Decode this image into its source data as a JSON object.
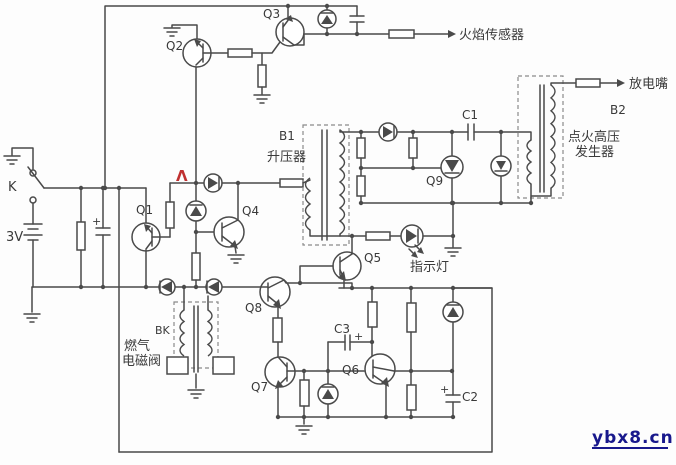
{
  "colors": {
    "wire": "#4a4a4a",
    "label": "#3a3a3a",
    "accent_red": "#c03030",
    "watermark_blue": "#18188c"
  },
  "labels": {
    "q1": "Q1",
    "q2": "Q2",
    "q3": "Q3",
    "q4": "Q4",
    "q5": "Q5",
    "q6": "Q6",
    "q7": "Q7",
    "q8": "Q8",
    "q9": "Q9",
    "b1": "B1",
    "b1_desc": "升压器",
    "b2": "B2",
    "b2_desc_line1": "点火高压",
    "b2_desc_line2": "发生器",
    "bk": "BK",
    "bk_desc_line1": "燃气",
    "bk_desc_line2": "电磁阀",
    "c1": "C1",
    "c2": "C2",
    "c3": "C3",
    "switch": "K",
    "battery": "3V",
    "test_point": "Λ",
    "flame_sensor": "火焰传感器",
    "discharge_nozzle": "放电嘴",
    "indicator_lamp": "指示灯",
    "watermark": "ybx8.cn"
  }
}
